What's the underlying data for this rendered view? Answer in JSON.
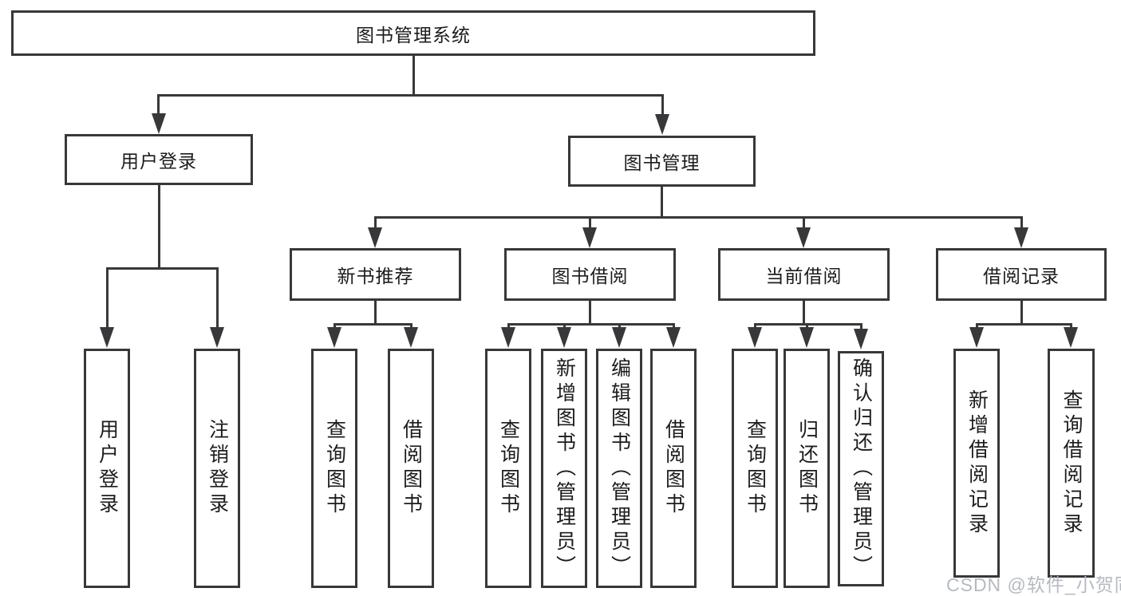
{
  "diagram": {
    "root": {
      "label": "图书管理系统"
    },
    "level2": [
      {
        "label": "用户登录"
      },
      {
        "label": "图书管理"
      }
    ],
    "level3": [
      {
        "label": "新书推荐"
      },
      {
        "label": "图书借阅"
      },
      {
        "label": "当前借阅"
      },
      {
        "label": "借阅记录"
      }
    ],
    "leaves": {
      "user": [
        "用户登录",
        "注销登录"
      ],
      "newbook": [
        "查询图书",
        "借阅图书"
      ],
      "borrow": [
        "查询图书",
        "新增图书（管理员）",
        "编辑图书（管理员）",
        "借阅图书"
      ],
      "current": [
        "查询图书",
        "归还图书",
        "确认归还（管理员）"
      ],
      "records": [
        "新增借阅记录",
        "查询借阅记录"
      ]
    },
    "watermark": "CSDN @软件_小贺同学",
    "colors": {
      "line": "#38383a",
      "text": "#1c1c1e",
      "watermark": "#b6bac0",
      "background": "#ffffff"
    }
  }
}
